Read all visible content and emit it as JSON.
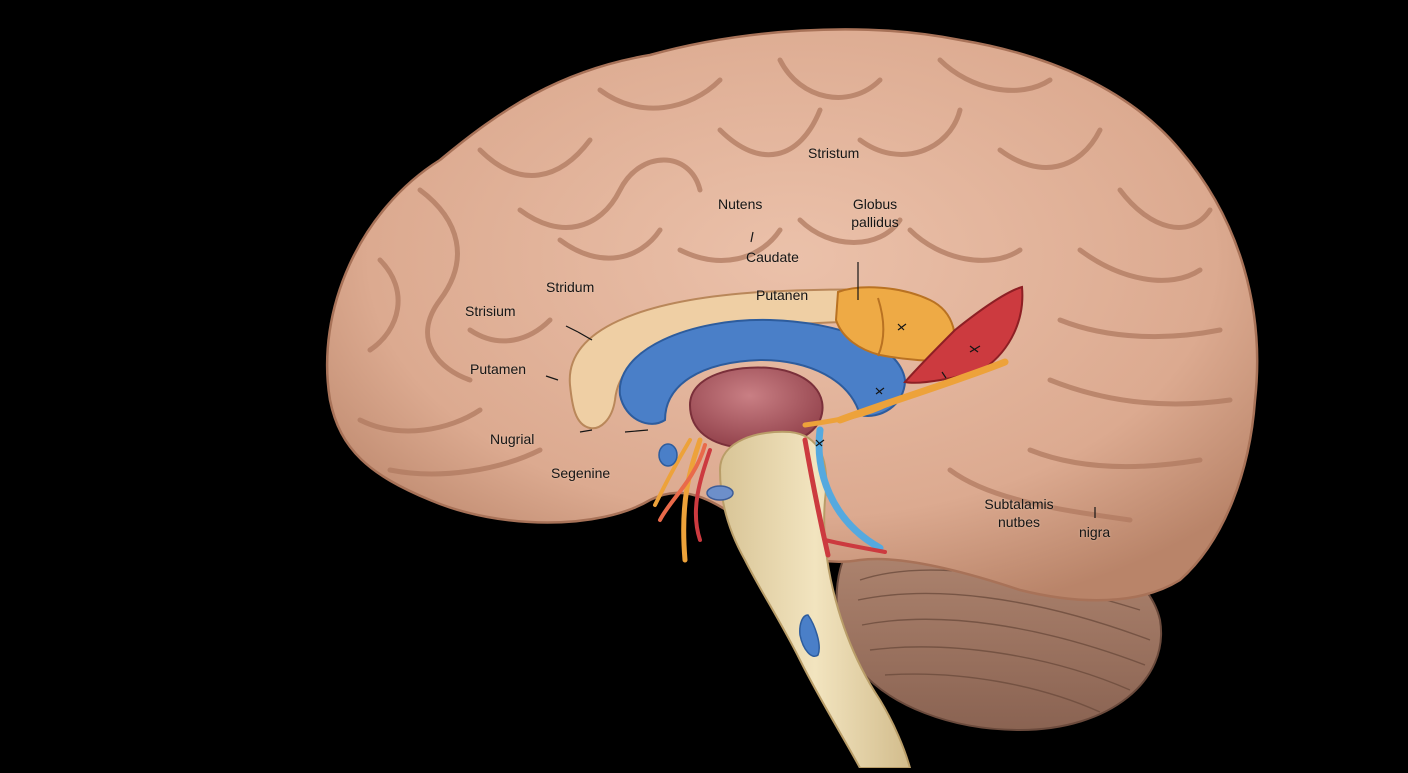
{
  "colors": {
    "background": "#000000",
    "cortex": "#e2b39c",
    "cortex_shadow": "#b98469",
    "caudate_band": "#efcfa4",
    "lateral_ventricle": "#4a7fc8",
    "thalamus": "#b25a63",
    "globus_pallidus": "#eeaa45",
    "red_structure": "#cc3a3f",
    "orange_tract": "#eda23a",
    "brainstem": "#eddcb3",
    "cerebellum": "#a77d68"
  },
  "labels": {
    "stristum_top": "Stristum",
    "nutens": "Nutens",
    "globus": "Globus",
    "pallidus": "pallidus",
    "caudate": "Caudate",
    "stridum": "Stridum",
    "putanen": "Putanen",
    "strisium": "Strisium",
    "putamen": "Putamen",
    "nugrial": "Nugrial",
    "segenine": "Segenine",
    "subtalamis": "Subtalamis",
    "nutbes": "nutbes",
    "nigra": "nigra"
  }
}
